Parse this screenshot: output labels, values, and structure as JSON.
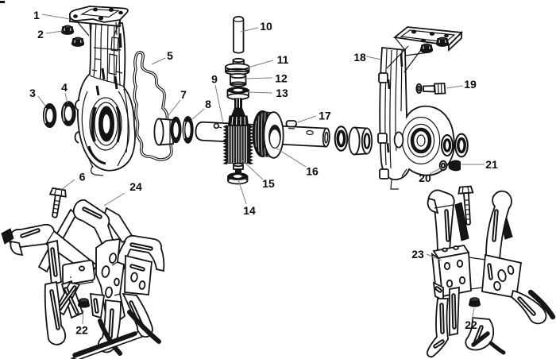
{
  "figure": {
    "background_color": "#ffffff",
    "line_color": "#141414",
    "leader_line_color": "#7d7d7d",
    "callout_text_color": "#0a0a0a"
  },
  "callouts": {
    "c1": {
      "number": "1"
    },
    "c2": {
      "number": "2"
    },
    "c3": {
      "number": "3"
    },
    "c4": {
      "number": "4"
    },
    "c5": {
      "number": "5"
    },
    "c6": {
      "number": "6"
    },
    "c7": {
      "number": "7"
    },
    "c8": {
      "number": "8"
    },
    "c9": {
      "number": "9"
    },
    "c10": {
      "number": "10"
    },
    "c11": {
      "number": "11"
    },
    "c12": {
      "number": "12"
    },
    "c13": {
      "number": "13"
    },
    "c14": {
      "number": "14"
    },
    "c15": {
      "number": "15"
    },
    "c16": {
      "number": "16"
    },
    "c17": {
      "number": "17"
    },
    "c18": {
      "number": "18"
    },
    "c19": {
      "number": "19"
    },
    "c20": {
      "number": "20"
    },
    "c21": {
      "number": "21"
    },
    "c22_left": {
      "number": "22"
    },
    "c22_right": {
      "number": "22"
    },
    "c23": {
      "number": "23"
    },
    "c24": {
      "number": "24"
    }
  }
}
